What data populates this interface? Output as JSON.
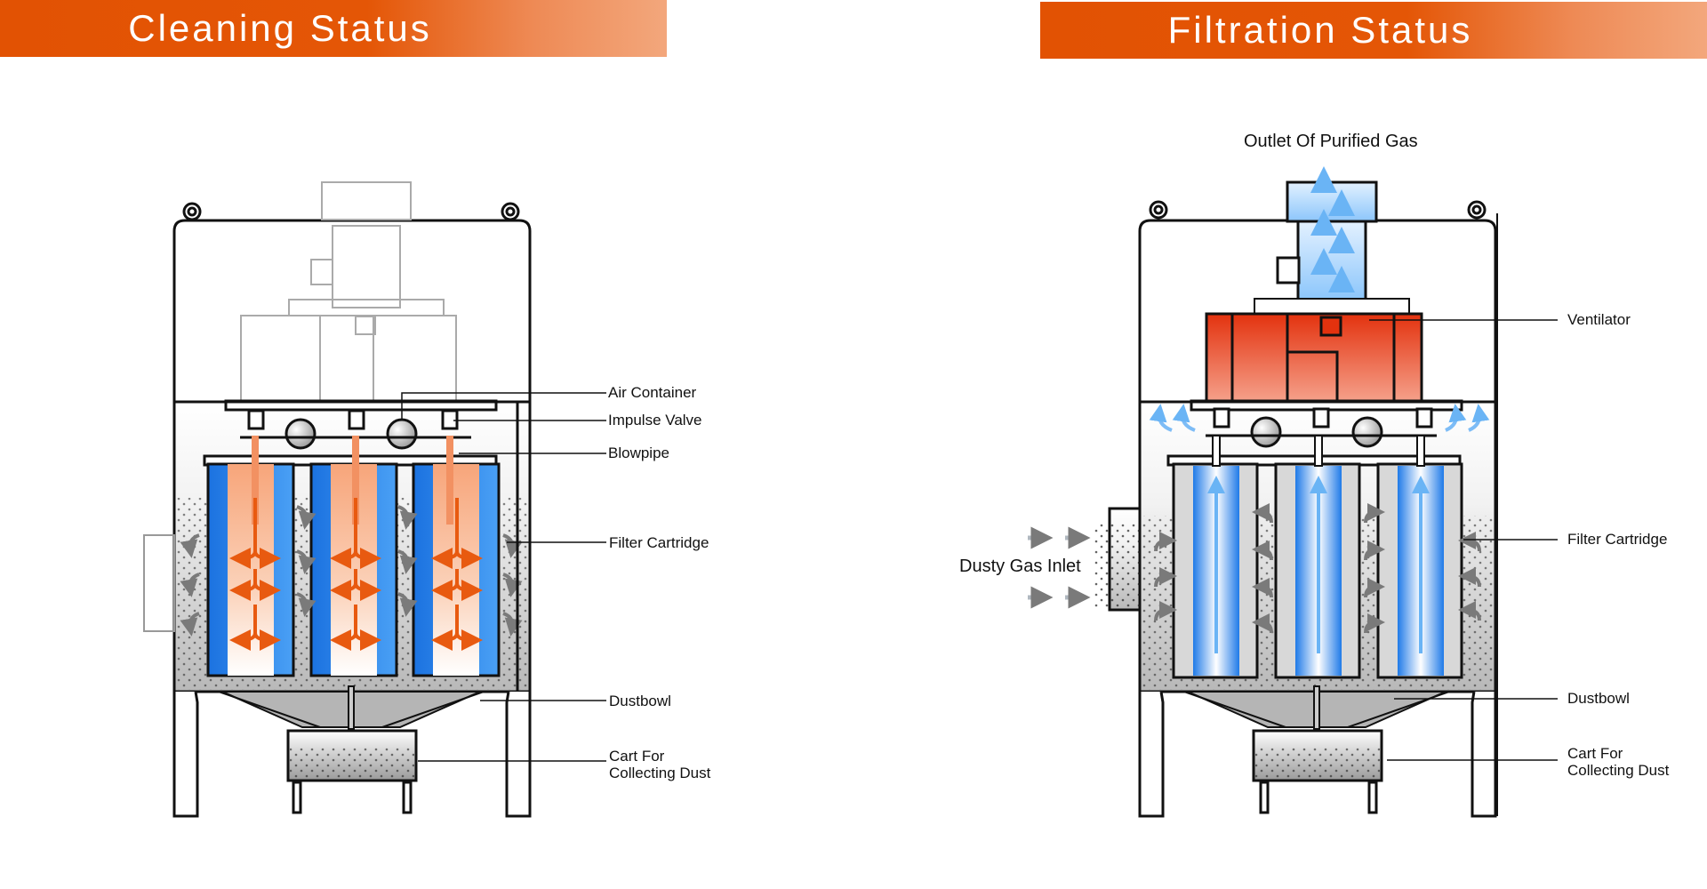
{
  "left_panel": {
    "title": "Cleaning Status",
    "labels": {
      "air_container": "Air Container",
      "impulse_valve": "Impulse Valve",
      "blowpipe": "Blowpipe",
      "filter_cartridge": "Filter Cartridge",
      "dustbowl": "Dustbowl",
      "cart_line1": "Cart For",
      "cart_line2": "Collecting Dust"
    }
  },
  "right_panel": {
    "title": "Filtration Status",
    "labels": {
      "outlet": "Outlet Of Purified Gas",
      "ventilator": "Ventilator",
      "filter_cartridge": "Filter Cartridge",
      "dusty_gas_inlet": "Dusty Gas Inlet",
      "dustbowl": "Dustbowl",
      "cart_line1": "Cart For",
      "cart_line2": "Collecting Dust"
    }
  },
  "colors": {
    "banner_orange": "#e25203",
    "cleaning_flow": "#e85a10",
    "filter_blue": "#1e7ff0",
    "purified_air": "#6ab4f5",
    "ventilator_red": "#e63a14",
    "dust_gray": "#9a9a9a"
  }
}
